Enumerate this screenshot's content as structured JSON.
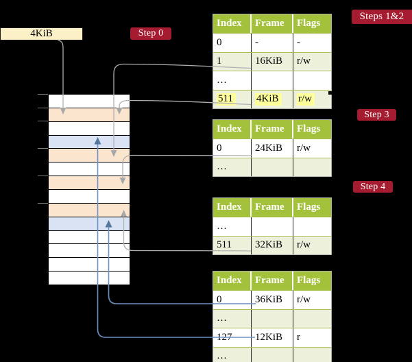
{
  "frame_label": {
    "text": "4KiB"
  },
  "badges": [
    {
      "label": "Step 0"
    },
    {
      "label": "Steps 1&2"
    },
    {
      "label": "Step 3"
    },
    {
      "label": "Step 4"
    }
  ],
  "memory": {
    "rows": [
      {
        "fill": "white"
      },
      {
        "fill": "orange"
      },
      {
        "fill": "white"
      },
      {
        "fill": "blue"
      },
      {
        "fill": "orange"
      },
      {
        "fill": "white"
      },
      {
        "fill": "orange"
      },
      {
        "fill": "white"
      },
      {
        "fill": "orange"
      },
      {
        "fill": "blue"
      },
      {
        "fill": "white"
      },
      {
        "fill": "white"
      },
      {
        "fill": "white"
      },
      {
        "fill": "white"
      }
    ]
  },
  "tables": [
    {
      "name": "page-table-steps-1-2",
      "headers": [
        "Index",
        "Frame",
        "Flags"
      ],
      "rows": [
        {
          "cells": [
            "0",
            "-",
            "-"
          ]
        },
        {
          "cells": [
            "1",
            "16KiB",
            "r/w"
          ]
        },
        {
          "cells": [
            "…",
            "",
            ""
          ]
        },
        {
          "cells": [
            "511",
            "4KiB",
            "r/w"
          ],
          "highlight": true
        }
      ]
    },
    {
      "name": "page-table-step-3",
      "headers": [
        "Index",
        "Frame",
        "Flags"
      ],
      "rows": [
        {
          "cells": [
            "0",
            "24KiB",
            "r/w"
          ]
        },
        {
          "cells": [
            "…",
            "",
            ""
          ]
        }
      ]
    },
    {
      "name": "page-table-step-4-upper",
      "headers": [
        "Index",
        "Frame",
        "Flags"
      ],
      "rows": [
        {
          "cells": [
            "…",
            "",
            ""
          ]
        },
        {
          "cells": [
            "511",
            "32KiB",
            "r/w"
          ]
        }
      ]
    },
    {
      "name": "page-table-step-4-lower",
      "headers": [
        "Index",
        "Frame",
        "Flags"
      ],
      "rows": [
        {
          "cells": [
            "0",
            "36KiB",
            "r/w"
          ]
        },
        {
          "cells": [
            "…",
            "",
            ""
          ]
        },
        {
          "cells": [
            "127",
            "12KiB",
            "r"
          ]
        },
        {
          "cells": [
            "…",
            "",
            ""
          ]
        }
      ]
    }
  ],
  "colors": {
    "header_green": "#a3c13a",
    "row_shaded": "#edf1dc",
    "highlight_yellow": "#ffff9c",
    "badge_red": "#a51c30",
    "frame_box_cream": "#fbf0c6",
    "mem_orange": "#fbe5cf",
    "mem_blue": "#d9e3f3",
    "line_gray": "#b0b0b0",
    "line_blue": "#6e90c2"
  }
}
